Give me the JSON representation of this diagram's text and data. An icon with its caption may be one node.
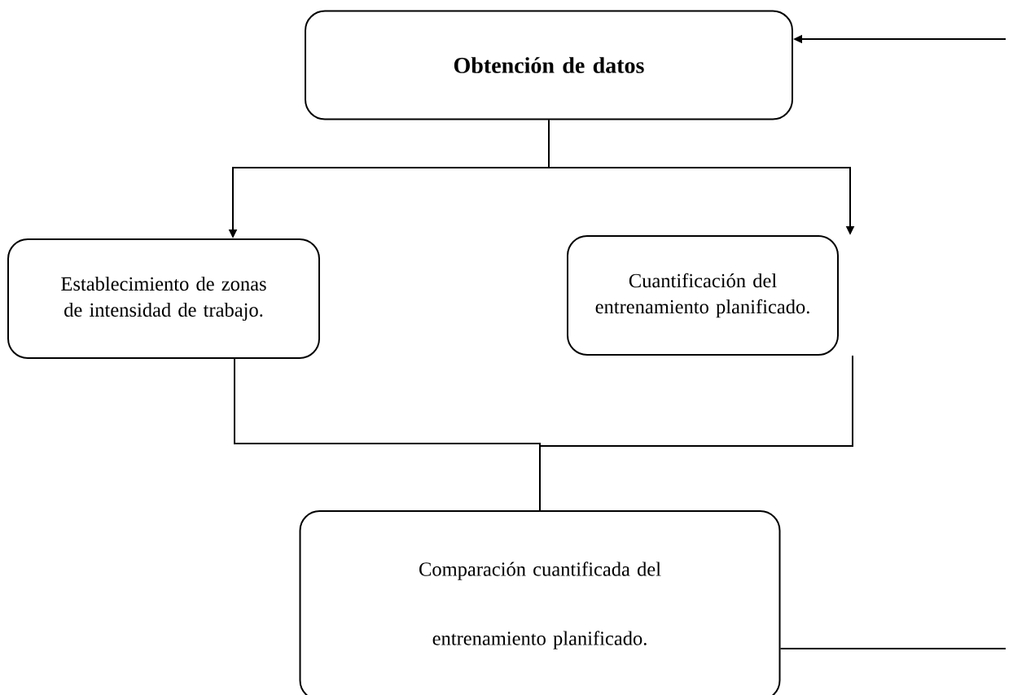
{
  "diagram": {
    "nodes": [
      {
        "text": [
          "Obtención de datos"
        ]
      },
      {
        "text": [
          "Establecimiento de zonas de intensidad de trabajo."
        ]
      },
      {
        "text": [
          "Cuantificación del entrenamiento planificado."
        ]
      },
      {
        "text": [
          "Comparación cuantificada del entrenamiento planificado."
        ]
      }
    ],
    "edges": [
      {
        "from": 0,
        "to": 1,
        "arrow": "to"
      },
      {
        "from": 0,
        "to": 2,
        "arrow": "to"
      },
      {
        "from": 1,
        "to": 3,
        "arrow": "none"
      },
      {
        "from": 2,
        "to": 3,
        "arrow": "none"
      },
      {
        "from": null,
        "to": 0,
        "arrow": "to"
      },
      {
        "from": 3,
        "to": null,
        "arrow": "none"
      }
    ]
  }
}
